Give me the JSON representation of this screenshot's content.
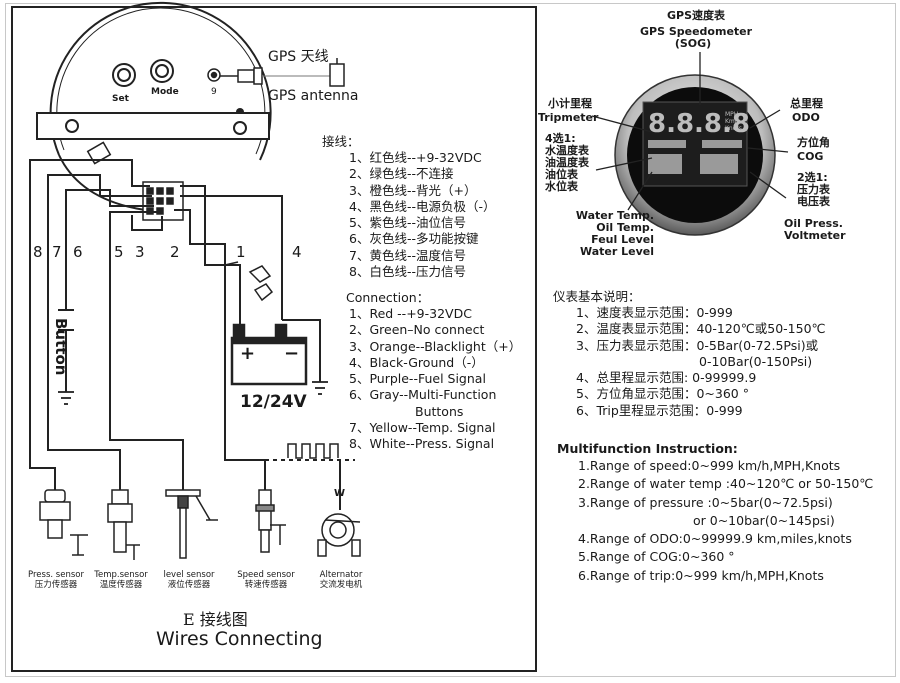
{
  "left": {
    "set_label": "Set",
    "mode_label": "Mode",
    "port_number": "9",
    "gps_cn": "GPS 天线",
    "gps_en": "GPS  antenna",
    "wire_numbers": [
      "8",
      "7",
      "6",
      "5",
      "3",
      "2",
      "1",
      "4"
    ],
    "button_label": "Button",
    "battery_plus": "+",
    "battery_minus": "−",
    "battery_voltage": "12/24V",
    "alternator_w": "W",
    "sensors": [
      {
        "en": "Press. sensor",
        "cn": "压力传感器"
      },
      {
        "en": "Temp.sensor",
        "cn": "温度传感器"
      },
      {
        "en": "level sensor",
        "cn": "液位传感器"
      },
      {
        "en": "Speed sensor",
        "cn": "转速传感器"
      },
      {
        "en": "Alternator",
        "cn": "交流发电机"
      }
    ],
    "caption_cn": "E 接线图",
    "caption_en": "Wires Connecting"
  },
  "wiring_cn": {
    "title": "接线：",
    "items": [
      "1、红色线--+9-32VDC",
      "2、绿色线--不连接",
      "3、橙色线--背光（+）",
      "4、黑色线--电源负极（-）",
      "5、紫色线--油位信号",
      "6、灰色线--多功能按键",
      "7、黄色线--温度信号",
      "8、白色线--压力信号"
    ]
  },
  "wiring_en": {
    "title": "Connection：",
    "items": [
      "1、Red --+9-32VDC",
      "2、Green–No connect",
      "3、Orange--Blacklight（+）",
      "4、Black-Ground（-）",
      "5、Purple--Fuel Signal",
      "6、Gray--Multi-Function",
      "Buttons",
      "7、Yellow--Temp. Signal",
      "8、White--Press. Signal"
    ]
  },
  "gauge": {
    "sog_cn": "GPS速度表",
    "sog_en": [
      "GPS Speedometer",
      "(SOG)"
    ],
    "trip_cn": "小计里程",
    "trip_en": "Tripmeter",
    "odo_cn": "总里程",
    "odo_en": "ODO",
    "cog_cn": "方位角",
    "cog_en": "COG",
    "four_select": [
      "4选1:",
      "水温度表",
      "油温度表",
      "油位表",
      "水位表"
    ],
    "two_select": [
      "2选1:",
      "压力表",
      "电压表"
    ],
    "water_labels": [
      "Water Temp.",
      "Oil Temp.",
      "Feul Level",
      "Water Level"
    ],
    "oil_labels": [
      "Oil Press.",
      "Voltmeter"
    ],
    "display_speed": "8.8.8.8",
    "unit_lines": [
      "MPH",
      "Km/h",
      "Knots"
    ]
  },
  "ranges_cn": {
    "title": "仪表基本说明：",
    "items": [
      "1、速度表显示范围：0-999",
      "2、温度表显示范围：40-120℃或50-150℃",
      "3、压力表显示范围：0-5Bar(0-72.5Psi)或",
      "0-10Bar(0-150Psi)",
      "4、总里程显示范围: 0-99999.9",
      "5、方位角显示范围：0~360 °",
      "6、Trip里程显示范围：0-999"
    ]
  },
  "multifunction": {
    "title": "Multifunction Instruction:",
    "items": [
      "1.Range of speed:0~999 km/h,MPH,Knots",
      "2.Range of water temp :40~120℃ or 50-150℃",
      "3.Range of pressure :0~5bar(0~72.5psi)",
      "or 0~10bar(0~145psi)",
      "4.Range of ODO:0~99999.9 km,miles,knots",
      "5.Range of COG:0~360 °",
      "6.Range of trip:0~999 km/h,MPH,Knots"
    ]
  }
}
